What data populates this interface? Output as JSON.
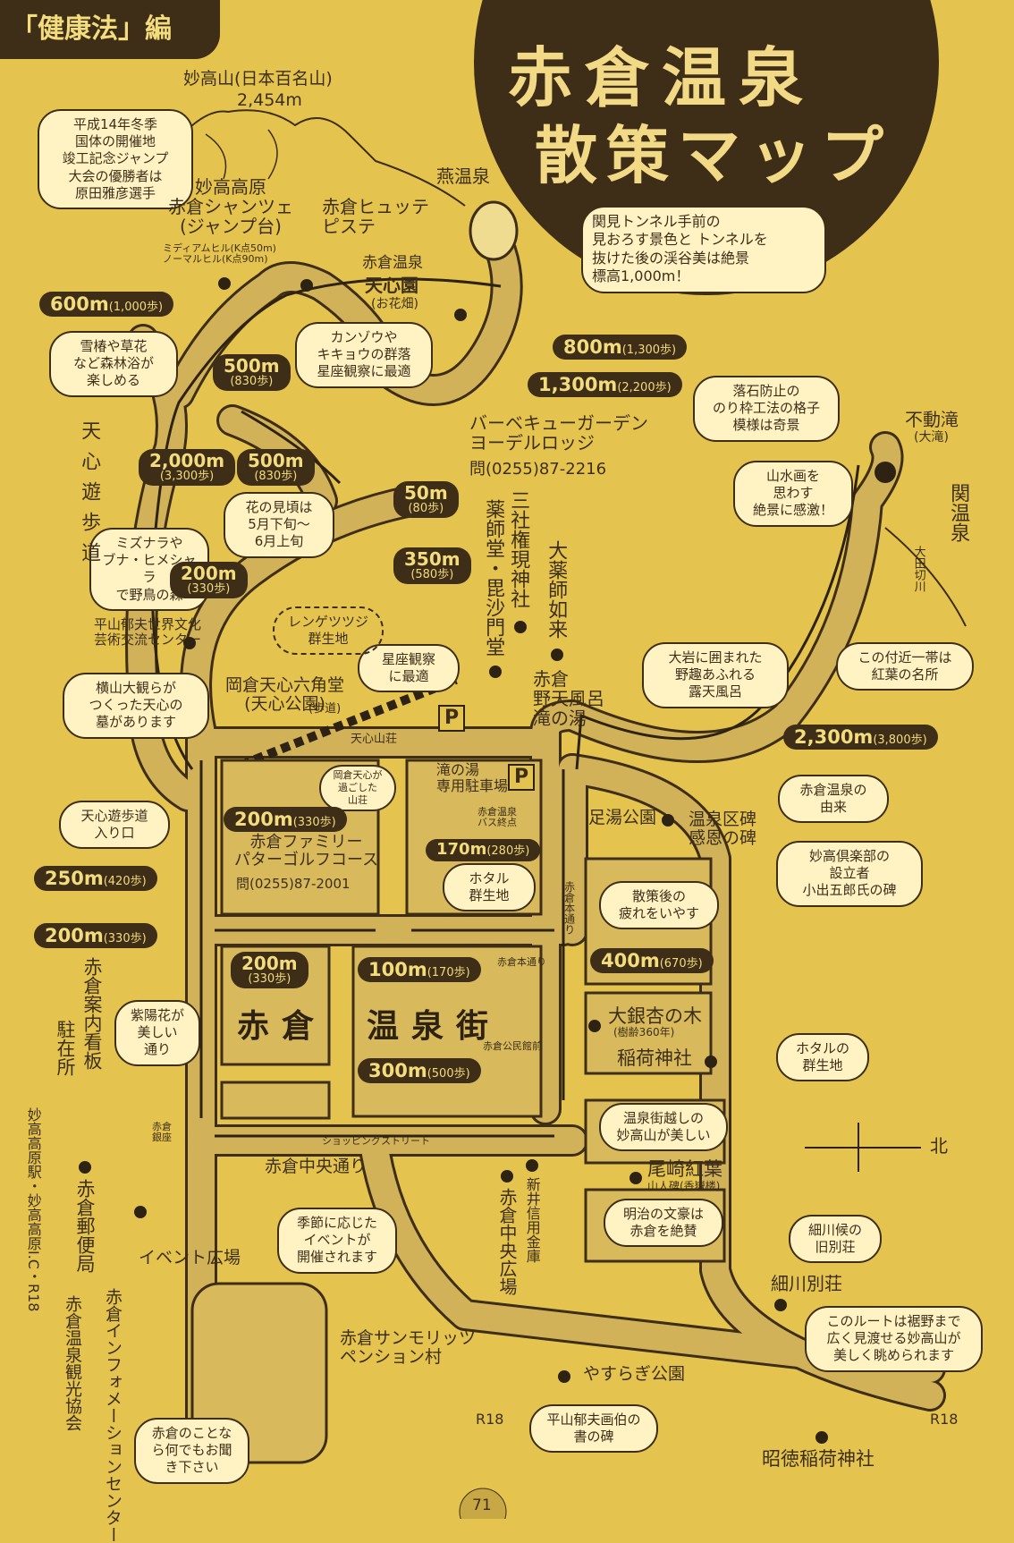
{
  "colors": {
    "background": "#e4c44e",
    "dark_brown": "#3e2d17",
    "road": "#d2b258",
    "cloud": "#fff3c4",
    "title_text": "#f2d986"
  },
  "header": {
    "section_tag": "「健康法」編",
    "title_main": "赤倉温泉",
    "title_sub": "散策マップ",
    "tunnel_note": "関見トンネル手前の\n見おろす景色と トンネルを\n抜けた後の渓谷美は絶景\n標高1,000m！"
  },
  "mountain": {
    "name": "妙高山(日本百名山)",
    "height": "2,454m"
  },
  "distance_labels": [
    {
      "id": "d600",
      "dist": "600m",
      "steps": "(1,000歩)"
    },
    {
      "id": "d500a",
      "dist": "500m",
      "steps": "(830歩)"
    },
    {
      "id": "d800",
      "dist": "800m",
      "steps": "(1,300歩)"
    },
    {
      "id": "d1300",
      "dist": "1,300m",
      "steps": "(2,200歩)"
    },
    {
      "id": "d2000",
      "dist": "2,000m",
      "steps": "(3,300歩)"
    },
    {
      "id": "d500b",
      "dist": "500m",
      "steps": "(830歩)"
    },
    {
      "id": "d50",
      "dist": "50m",
      "steps": "(80歩)"
    },
    {
      "id": "d350",
      "dist": "350m",
      "steps": "(580歩)"
    },
    {
      "id": "d200a",
      "dist": "200m",
      "steps": "(330歩)"
    },
    {
      "id": "d2300",
      "dist": "2,300m",
      "steps": "(3,800歩)"
    },
    {
      "id": "d200b",
      "dist": "200m",
      "steps": "(330歩)"
    },
    {
      "id": "d170",
      "dist": "170m",
      "steps": "(280歩)"
    },
    {
      "id": "d250",
      "dist": "250m",
      "steps": "(420歩)"
    },
    {
      "id": "d200c",
      "dist": "200m",
      "steps": "(330歩)"
    },
    {
      "id": "d400",
      "dist": "400m",
      "steps": "(670歩)"
    },
    {
      "id": "d200d",
      "dist": "200m",
      "steps": "(330歩)"
    },
    {
      "id": "d100",
      "dist": "100m",
      "steps": "(170歩)"
    },
    {
      "id": "d300",
      "dist": "300m",
      "steps": "(500歩)"
    }
  ],
  "places": {
    "jump_name": "妙高高原\n赤倉シャンツェ\n(ジャンプ台)",
    "jump_hills": "ミディアムヒル(K点50m)\nノーマルヒル(K点90m)",
    "hutte": "赤倉ヒュッテ\nピステ",
    "tsubame": "燕温泉",
    "tenshinen": "赤倉温泉",
    "tenshinen2": "天心園",
    "ohanabatake": "(お花畑)",
    "bbq": "バーベキューガーデン\nヨーデルロッジ",
    "bbq_tel": "問(0255)87-2216",
    "fudotaki": "不動滝",
    "fudotaki_sub": "(大滝)",
    "seki_onsen": "関温泉",
    "ota_river": "大田切川",
    "tenshin_trail": "天心遊歩道",
    "sansha": "三社権現神社",
    "yakushido": "薬師堂・毘沙門堂",
    "daiyakushi": "大薬師如来",
    "notenburo": "赤倉\n野天風呂\n滝の湯",
    "rengetsutsuji": "レンゲツツジ\n群生地",
    "hirayama_center": "平山郁夫世界文化\n芸術交流センター",
    "rokkakudo": "岡倉天心六角堂\n(天心公園)",
    "hodo": "(歩道)",
    "tenshin_sanso": "天心山荘",
    "taki_parking": "滝の湯\n専用駐車場",
    "bus_terminal": "赤倉温泉\nバス終点",
    "ashiyu": "足湯公園",
    "onsen_hi": "温泉区碑\n感恩の碑",
    "family": "赤倉ファミリー\nパターゴルフコース",
    "family_tel": "問(0255)87-2001",
    "honmachi_dori": "赤倉本通り",
    "honmachi_bus": "赤倉本通り",
    "kominkan_bus": "赤倉公民館前",
    "ginza_bus": "赤倉\n銀座",
    "ichou": "大銀杏の木",
    "ichou_age": "(樹齢360年)",
    "inari": "稲荷神社",
    "kanban": "赤倉案内看板",
    "chuzaisho": "駐在所",
    "shopping_street": "ショッピングストリート",
    "chuo_dori": "赤倉中央通り",
    "shinkin": "新井信用金庫",
    "chuo_hiroba": "赤倉中央広場",
    "ozaki": "尾崎紅葉",
    "ozaki_sub": "山人碑(香嶽楼)",
    "yubinkyoku": "赤倉郵便局",
    "event": "イベント広場",
    "station": "妙高高原駅・妙高高原I.C・R18",
    "info_center": "赤倉インフォメーションセンター",
    "kankou": "赤倉温泉観光協会",
    "pension": "赤倉サンモリッツ\nペンション村",
    "yasuragi": "やすらぎ公園",
    "hosokawa": "細川別荘",
    "shotoku": "昭徳稲荷神社",
    "r18_left": "R18",
    "r18_right": "R18",
    "kita": "北",
    "akakura_block": "赤倉",
    "onsengai_block": "温泉街",
    "parking_symbol": "P"
  },
  "notes": {
    "jump": "平成14年冬季\n国体の開催地\n竣工記念ジャンプ\n大会の優勝者は\n原田雅彦選手",
    "forest": "雪椿や草花\nなど森林浴が\n楽しめる",
    "kanzou": "カンゾウや\nキキョウの群落\n星座観察に最適",
    "ochiishi": "落石防止の\nのり枠工法の格子\n模様は奇景",
    "sansui": "山水画を\n思わす\n絶景に感激！",
    "flower_season": "花の見頃は\n5月下旬～\n6月上旬",
    "mizunara": "ミズナラや\nブナ・ヒメシャラ\nで野鳥の森",
    "seiza": "星座観察\nに最適",
    "yokoyama": "横山大観らが\nつくった天心の\n墓があります",
    "ooiwa": "大岩に囲まれた\n野趣あふれる\n露天風呂",
    "koyo": "この付近一帯は\n紅葉の名所",
    "okakura_stay": "岡倉天心が\n過ごした\n山荘",
    "trail_entrance": "天心遊歩道\n入り口",
    "yurai": "赤倉温泉の\n由来",
    "founder": "妙高倶楽部の\n設立者\n小出五郎氏の碑",
    "hotaru1": "ホタル\n群生地",
    "tired": "散策後の\n疲れをいやす",
    "ajisai": "紫陽花が\n美しい\n通り",
    "hotaru2": "ホタルの\n群生地",
    "myoko_view": "温泉街越しの\n妙高山が美しい",
    "meiji": "明治の文豪は\n赤倉を絶賛",
    "hosokawa_note": "細川候の\n旧別荘",
    "event_note": "季節に応じた\nイベントが\n開催されます",
    "route_note": "このルートは裾野まで\n広く見渡せる妙高山が\n美しく眺められます",
    "hirayama_stone": "平山郁夫画伯の\n書の碑",
    "info_note": "赤倉のことな\nら何でもお聞\nき下さい"
  },
  "page_number": "71"
}
